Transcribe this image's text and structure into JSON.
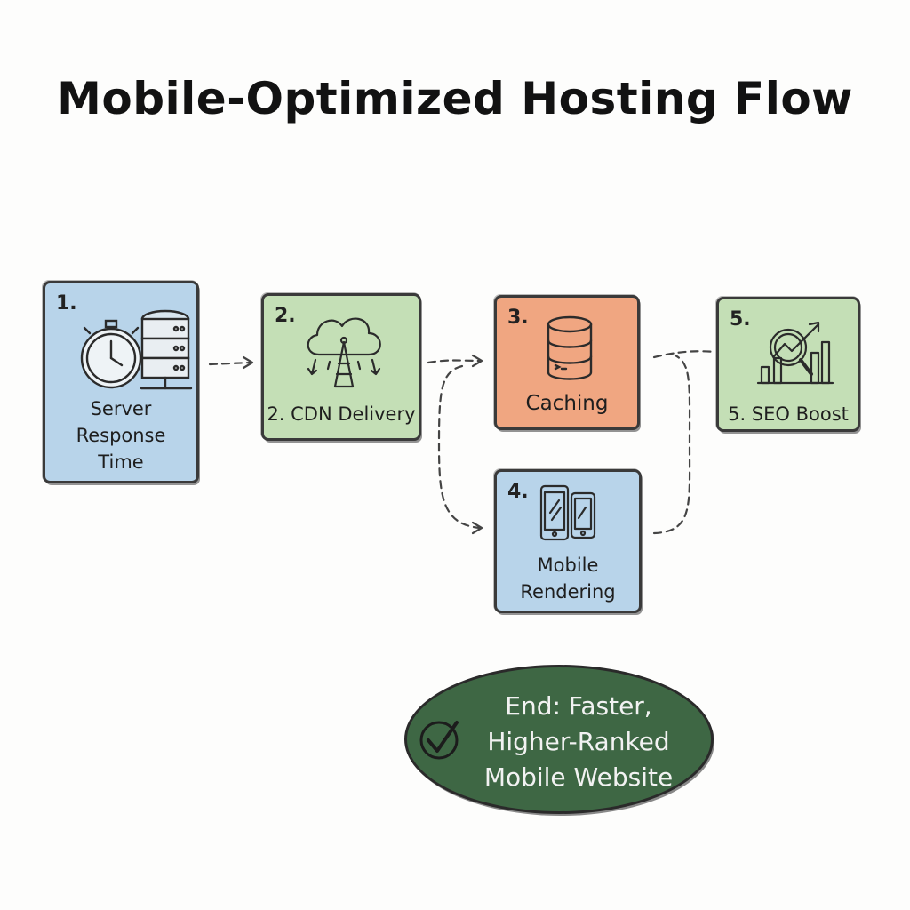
{
  "title": "Mobile-Optimized Hosting Flow",
  "steps": [
    {
      "number": "1.",
      "label_lines": [
        "Server",
        "Response",
        "Time"
      ],
      "color": "#b8d4ea",
      "icon": "stopwatch-server-icon"
    },
    {
      "number": "2.",
      "label_lines": [
        "2. CDN Delivery"
      ],
      "color": "#c4dfb6",
      "icon": "cloud-tower-icon"
    },
    {
      "number": "3.",
      "label_lines": [
        "Caching"
      ],
      "color": "#f0a681",
      "icon": "database-icon"
    },
    {
      "number": "4.",
      "label_lines": [
        "Mobile",
        "Rendering"
      ],
      "color": "#b8d4ea",
      "icon": "mobile-devices-icon"
    },
    {
      "number": "5.",
      "label_lines": [
        "5. SEO Boost"
      ],
      "color": "#c4dfb6",
      "icon": "seo-chart-magnifier-icon"
    }
  ],
  "end": {
    "label_lines": [
      "End: Faster,",
      "Higher-Ranked",
      "Mobile Website"
    ],
    "color": "#3e6744",
    "icon": "checkmark-icon"
  }
}
